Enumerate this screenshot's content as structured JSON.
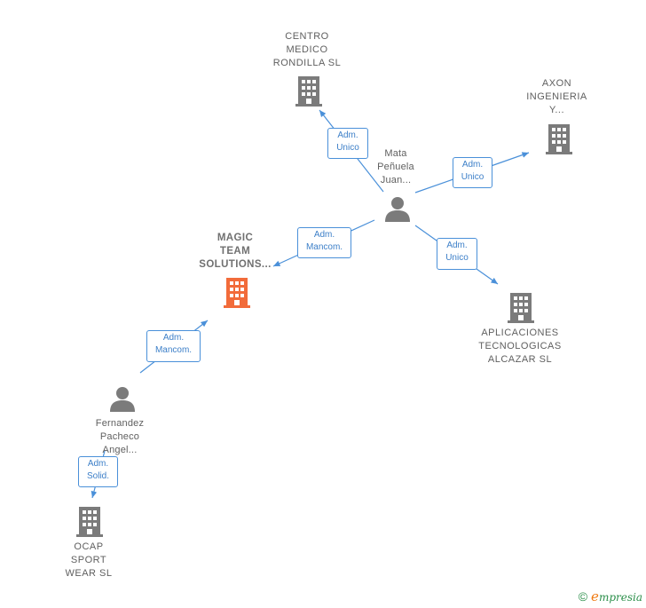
{
  "nodes": {
    "centro_medico": {
      "label": "CENTRO\nMEDICO\nRONDILLA SL",
      "type": "company"
    },
    "axon": {
      "label": "AXON\nINGENIERIA\nY...",
      "type": "company"
    },
    "mata": {
      "label": "Mata\nPeñuela\nJuan...",
      "type": "person"
    },
    "magic_team": {
      "label": "MAGIC\nTEAM\nSOLUTIONS...",
      "type": "company-main"
    },
    "aplicaciones": {
      "label": "APLICACIONES\nTECNOLOGICAS\nALCAZAR  SL",
      "type": "company"
    },
    "fernandez": {
      "label": "Fernandez\nPacheco\nAngel...",
      "type": "person"
    },
    "ocap": {
      "label": "OCAP\nSPORT\nWEAR SL",
      "type": "company"
    }
  },
  "edges": {
    "mata_centro": {
      "label": "Adm.\nUnico"
    },
    "mata_axon": {
      "label": "Adm.\nUnico"
    },
    "mata_magic": {
      "label": "Adm.\nMancom."
    },
    "mata_aplicaciones": {
      "label": "Adm.\nUnico"
    },
    "fernandez_magic": {
      "label": "Adm.\nMancom."
    },
    "fernandez_ocap": {
      "label": "Adm.\nSolid."
    }
  },
  "colors": {
    "edge": "#4a90d9",
    "company_icon": "#7b7b7b",
    "main_company_icon": "#f26b3a",
    "person_icon": "#7b7b7b"
  },
  "footer": {
    "copyright": "©",
    "brand_initial": "e",
    "brand_rest": "mpresia"
  }
}
